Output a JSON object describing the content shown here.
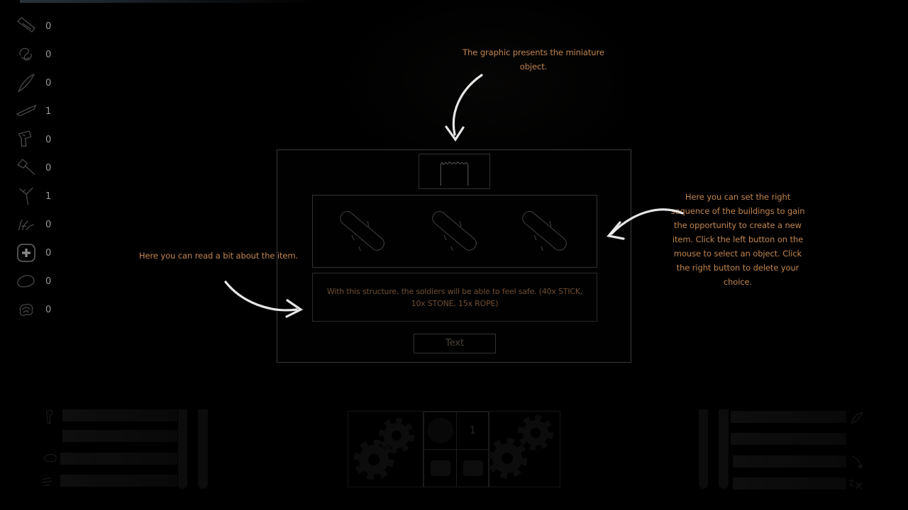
{
  "colors": {
    "annotation_text": "#c2854f",
    "dialog_description_text": "#6f4e33",
    "arrow": "#f2f2f2",
    "count_text": "#979797"
  },
  "sidebar": {
    "items": [
      {
        "icon": "knife-icon",
        "count": "0"
      },
      {
        "icon": "rope-icon",
        "count": "0"
      },
      {
        "icon": "feather-icon",
        "count": "0"
      },
      {
        "icon": "spear-icon",
        "count": "1"
      },
      {
        "icon": "hand-axe-icon",
        "count": "0"
      },
      {
        "icon": "hammer-icon",
        "count": "0"
      },
      {
        "icon": "slingshot-icon",
        "count": "1"
      },
      {
        "icon": "grass-icon",
        "count": "0"
      },
      {
        "icon": "add-icon",
        "count": "0"
      },
      {
        "icon": "stone-icon",
        "count": "0"
      },
      {
        "icon": "bush-icon",
        "count": "0"
      }
    ]
  },
  "tutorial": {
    "top_note": "The graphic presents the miniature object.",
    "left_note": "Here you can read a bit about the item.",
    "right_note": "Here you can set the right sequence of the buildings to gain the opportunity to create a new item. Click the left button on the mouse to select an object. Click the right button to delete your choice."
  },
  "dialog": {
    "preview_icon": "palisade-icon",
    "slots": [
      {
        "icon": "stick-icon"
      },
      {
        "icon": "stick-icon"
      },
      {
        "icon": "stick-icon"
      }
    ],
    "description": "With this structure, the soldiers will be able to feel safe. (40x STICK, 10x STONE, 15x ROPE)",
    "button_label": "Text"
  },
  "hud": {
    "grid_count": "1"
  }
}
